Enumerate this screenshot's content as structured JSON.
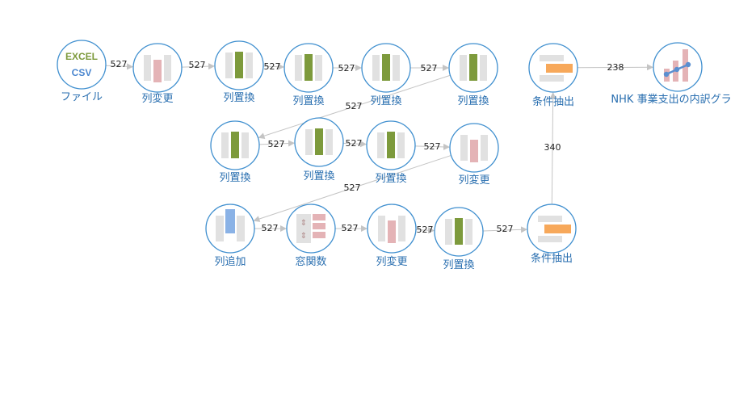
{
  "colors": {
    "node_border": "#3f8fcf",
    "edge": "#c4c4c4",
    "label": "#2a6fb0",
    "gray_block": "#e1e1e1",
    "green_block": "#7d9a3c",
    "pink_block": "#e4b3b6",
    "orange_block": "#f7a85a",
    "blue_block": "#8ab2e6",
    "excel_text": "#7d9a3c",
    "csv_text": "#4a86cf",
    "chart_line": "#5b8fd0"
  },
  "nodes": [
    {
      "id": "n1",
      "type": "file",
      "icon": "excel-csv-icon",
      "label": "ファイル",
      "title_top": "EXCEL",
      "title_bottom": "CSV"
    },
    {
      "id": "n2",
      "type": "change",
      "icon": "column-change-icon",
      "label": "列変更"
    },
    {
      "id": "n3",
      "type": "swap",
      "icon": "column-swap-icon",
      "label": "列置換"
    },
    {
      "id": "n4",
      "type": "swap",
      "icon": "column-swap-icon",
      "label": "列置換"
    },
    {
      "id": "n5",
      "type": "swap",
      "icon": "column-swap-icon",
      "label": "列置換"
    },
    {
      "id": "n6",
      "type": "swap",
      "icon": "column-swap-icon",
      "label": "列置換"
    },
    {
      "id": "n7",
      "type": "filter",
      "icon": "filter-icon",
      "label": "条件抽出"
    },
    {
      "id": "n8",
      "type": "chart",
      "icon": "chart-icon",
      "label": "NHK 事業支出の内訳グラ"
    },
    {
      "id": "n9",
      "type": "swap",
      "icon": "column-swap-icon",
      "label": "列置換"
    },
    {
      "id": "n10",
      "type": "swap",
      "icon": "column-swap-icon",
      "label": "列置換"
    },
    {
      "id": "n11",
      "type": "swap",
      "icon": "column-swap-icon",
      "label": "列置換"
    },
    {
      "id": "n12",
      "type": "change",
      "icon": "column-change-icon",
      "label": "列変更"
    },
    {
      "id": "n13",
      "type": "add",
      "icon": "column-add-icon",
      "label": "列追加"
    },
    {
      "id": "n14",
      "type": "window",
      "icon": "window-function-icon",
      "label": "窓関数"
    },
    {
      "id": "n15",
      "type": "change",
      "icon": "column-change-icon",
      "label": "列変更"
    },
    {
      "id": "n16",
      "type": "swap",
      "icon": "column-swap-icon",
      "label": "列置換"
    },
    {
      "id": "n17",
      "type": "filter",
      "icon": "filter-icon",
      "label": "条件抽出"
    }
  ],
  "edges": [
    {
      "from": "n1",
      "to": "n2",
      "count": "527"
    },
    {
      "from": "n2",
      "to": "n3",
      "count": "527"
    },
    {
      "from": "n3",
      "to": "n4",
      "count": "527"
    },
    {
      "from": "n4",
      "to": "n5",
      "count": "527"
    },
    {
      "from": "n5",
      "to": "n6",
      "count": "527"
    },
    {
      "from": "n6",
      "to": "n9",
      "count": "527"
    },
    {
      "from": "n9",
      "to": "n10",
      "count": "527"
    },
    {
      "from": "n10",
      "to": "n11",
      "count": "527"
    },
    {
      "from": "n11",
      "to": "n12",
      "count": "527"
    },
    {
      "from": "n12",
      "to": "n13",
      "count": "527"
    },
    {
      "from": "n13",
      "to": "n14",
      "count": "527"
    },
    {
      "from": "n14",
      "to": "n15",
      "count": "527"
    },
    {
      "from": "n15",
      "to": "n16",
      "count": "527"
    },
    {
      "from": "n16",
      "to": "n17",
      "count": "527"
    },
    {
      "from": "n17",
      "to": "n7",
      "count": "340"
    },
    {
      "from": "n7",
      "to": "n8",
      "count": "238"
    }
  ]
}
